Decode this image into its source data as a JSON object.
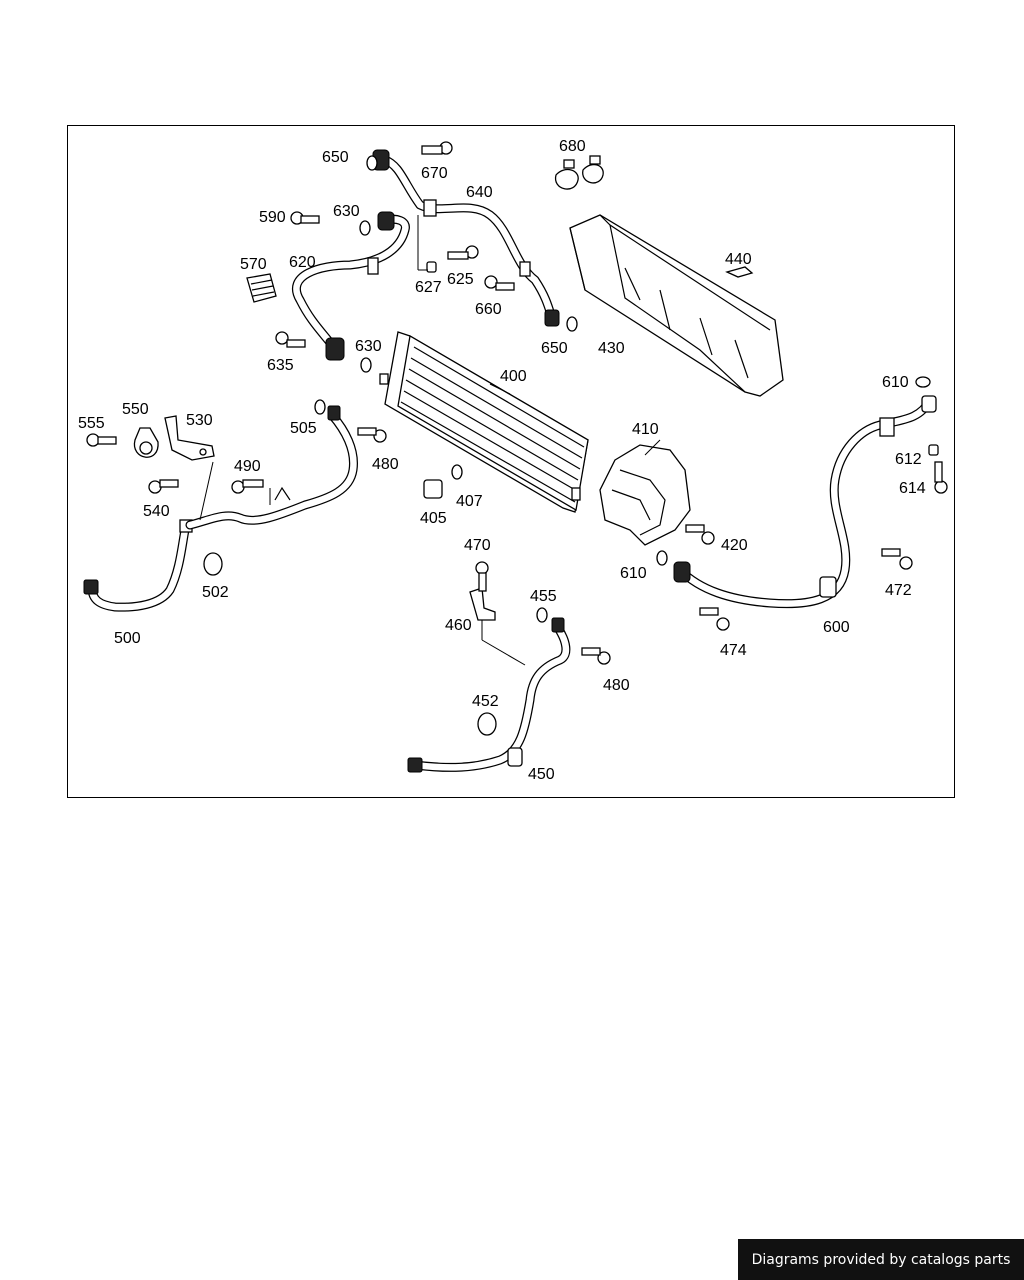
{
  "labels": {
    "l400": "400",
    "l405": "405",
    "l407": "407",
    "l410": "410",
    "l420": "420",
    "l430": "430",
    "l440": "440",
    "l450": "450",
    "l452": "452",
    "l455": "455",
    "l460": "460",
    "l470": "470",
    "l472": "472",
    "l474": "474",
    "l480a": "480",
    "l480b": "480",
    "l490": "490",
    "l500": "500",
    "l502": "502",
    "l505": "505",
    "l530": "530",
    "l540": "540",
    "l550": "550",
    "l555": "555",
    "l570": "570",
    "l590": "590",
    "l600": "600",
    "l610a": "610",
    "l610b": "610",
    "l612": "612",
    "l614": "614",
    "l620": "620",
    "l625": "625",
    "l627": "627",
    "l630a": "630",
    "l630b": "630",
    "l635": "635",
    "l640": "640",
    "l650a": "650",
    "l650b": "650",
    "l660": "660",
    "l670": "670",
    "l680": "680"
  },
  "footer": {
    "text": "Diagrams provided by catalogs parts"
  },
  "colors": {
    "ink": "#000000",
    "background": "#ffffff",
    "badge": "#111111"
  }
}
